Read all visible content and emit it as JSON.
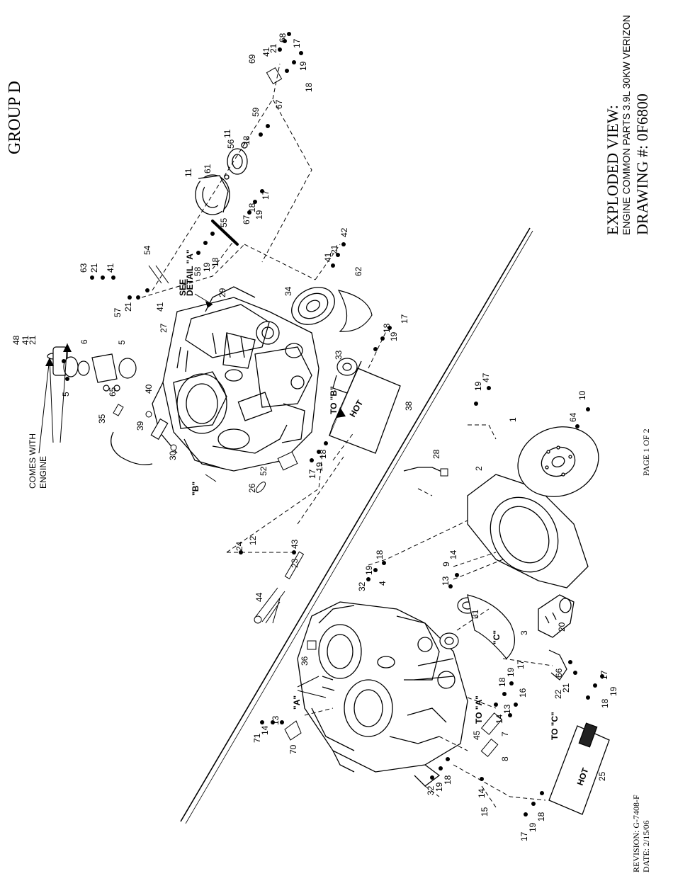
{
  "header": {
    "group": "GROUP D"
  },
  "title_block": {
    "view": "EXPLODED VIEW:",
    "description": "ENGINE COMMON PARTS 3.9L 30KW VERIZON",
    "drawing": "DRAWING #: 0F6800"
  },
  "footer": {
    "page": "PAGE 1 OF 2",
    "revision": "REVISION: G-7408-F",
    "date": "DATE: 2/15/06"
  },
  "notes": {
    "comes_with_line1": "COMES WITH",
    "comes_with_line2": "ENGINE",
    "see_detail_line1": "SEE",
    "see_detail_line2": "DETAIL \"A\"",
    "label_b": "\"B\"",
    "label_a": "\"A\"",
    "label_c": "\"C\"",
    "to_b": "TO \"B\"",
    "to_a": "TO \"A\"",
    "to_c": "TO \"C\"",
    "hot_1": "HOT",
    "hot_2": "HOT"
  },
  "callouts": [
    {
      "n": "48"
    },
    {
      "n": "41"
    },
    {
      "n": "21"
    },
    {
      "n": "6"
    },
    {
      "n": "5"
    },
    {
      "n": "5"
    },
    {
      "n": "65"
    },
    {
      "n": "35"
    },
    {
      "n": "39"
    },
    {
      "n": "40"
    },
    {
      "n": "30"
    },
    {
      "n": "27"
    },
    {
      "n": "57"
    },
    {
      "n": "21"
    },
    {
      "n": "41"
    },
    {
      "n": "63"
    },
    {
      "n": "21"
    },
    {
      "n": "41"
    },
    {
      "n": "54"
    },
    {
      "n": "29"
    },
    {
      "n": "58"
    },
    {
      "n": "19"
    },
    {
      "n": "18"
    },
    {
      "n": "55"
    },
    {
      "n": "67"
    },
    {
      "n": "11"
    },
    {
      "n": "61"
    },
    {
      "n": "56"
    },
    {
      "n": "11"
    },
    {
      "n": "18"
    },
    {
      "n": "59"
    },
    {
      "n": "18"
    },
    {
      "n": "19"
    },
    {
      "n": "17"
    },
    {
      "n": "69"
    },
    {
      "n": "41"
    },
    {
      "n": "21"
    },
    {
      "n": "68"
    },
    {
      "n": "17"
    },
    {
      "n": "19"
    },
    {
      "n": "18"
    },
    {
      "n": "67"
    },
    {
      "n": "34"
    },
    {
      "n": "41"
    },
    {
      "n": "21"
    },
    {
      "n": "42"
    },
    {
      "n": "62"
    },
    {
      "n": "33"
    },
    {
      "n": "38"
    },
    {
      "n": "18"
    },
    {
      "n": "19"
    },
    {
      "n": "17"
    },
    {
      "n": "52"
    },
    {
      "n": "26"
    },
    {
      "n": "17"
    },
    {
      "n": "19"
    },
    {
      "n": "18"
    },
    {
      "n": "47"
    },
    {
      "n": "19"
    },
    {
      "n": "1"
    },
    {
      "n": "64"
    },
    {
      "n": "10"
    },
    {
      "n": "2"
    },
    {
      "n": "28"
    },
    {
      "n": "24"
    },
    {
      "n": "12"
    },
    {
      "n": "23"
    },
    {
      "n": "43"
    },
    {
      "n": "44"
    },
    {
      "n": "32"
    },
    {
      "n": "19"
    },
    {
      "n": "18"
    },
    {
      "n": "4"
    },
    {
      "n": "9"
    },
    {
      "n": "13"
    },
    {
      "n": "14"
    },
    {
      "n": "31"
    },
    {
      "n": "3"
    },
    {
      "n": "20"
    },
    {
      "n": "36"
    },
    {
      "n": "17"
    },
    {
      "n": "19"
    },
    {
      "n": "18"
    },
    {
      "n": "16"
    },
    {
      "n": "13"
    },
    {
      "n": "14"
    },
    {
      "n": "7"
    },
    {
      "n": "8"
    },
    {
      "n": "45"
    },
    {
      "n": "66"
    },
    {
      "n": "22"
    },
    {
      "n": "21"
    },
    {
      "n": "17"
    },
    {
      "n": "19"
    },
    {
      "n": "18"
    },
    {
      "n": "71"
    },
    {
      "n": "14"
    },
    {
      "n": "13"
    },
    {
      "n": "70"
    },
    {
      "n": "32"
    },
    {
      "n": "19"
    },
    {
      "n": "18"
    },
    {
      "n": "15"
    },
    {
      "n": "14"
    },
    {
      "n": "25"
    },
    {
      "n": "17"
    },
    {
      "n": "19"
    },
    {
      "n": "18"
    }
  ]
}
